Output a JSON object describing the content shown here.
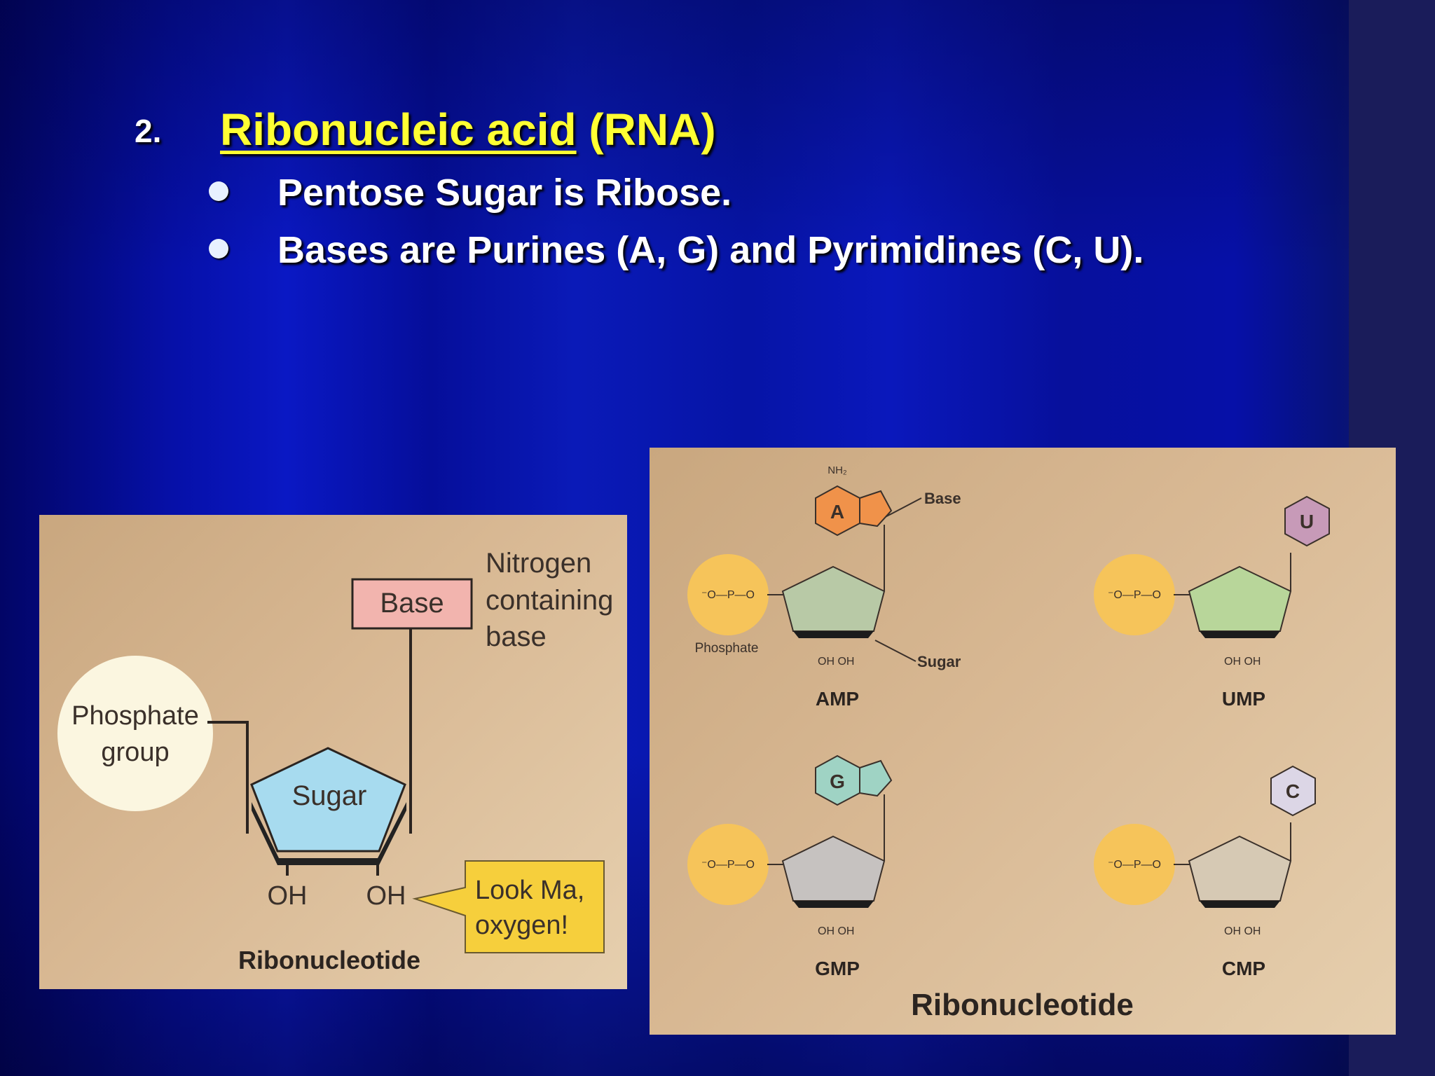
{
  "slide": {
    "number": "2.",
    "title_underlined": "Ribonucleic acid",
    "title_rest": " (RNA)",
    "bullets": [
      "Pentose Sugar is Ribose.",
      "Bases are Purines (A, G) and Pyrimidines  (C, U)."
    ]
  },
  "left_figure": {
    "base_box": "Base",
    "nitrogen_label": [
      "Nitrogen",
      "containing",
      "base"
    ],
    "phosphate_label": [
      "Phosphate",
      "group"
    ],
    "sugar_label": "Sugar",
    "oh_left": "OH",
    "oh_right": "OH",
    "callout": [
      "Look Ma,",
      "oxygen!"
    ],
    "caption": "Ribonucleotide"
  },
  "right_figure": {
    "caption": "Ribonucleotide",
    "phosphate_label": "Phosphate",
    "sugar_label": "Sugar",
    "base_label": "Base",
    "nucleotides": [
      {
        "name": "AMP",
        "base_letter": "A",
        "base_color": "#f0924a"
      },
      {
        "name": "UMP",
        "base_letter": "U",
        "base_color": "#c79ab8"
      },
      {
        "name": "GMP",
        "base_letter": "G",
        "base_color": "#9fd3c4"
      },
      {
        "name": "CMP",
        "base_letter": "C",
        "base_color": "#dcd6e6"
      }
    ]
  }
}
